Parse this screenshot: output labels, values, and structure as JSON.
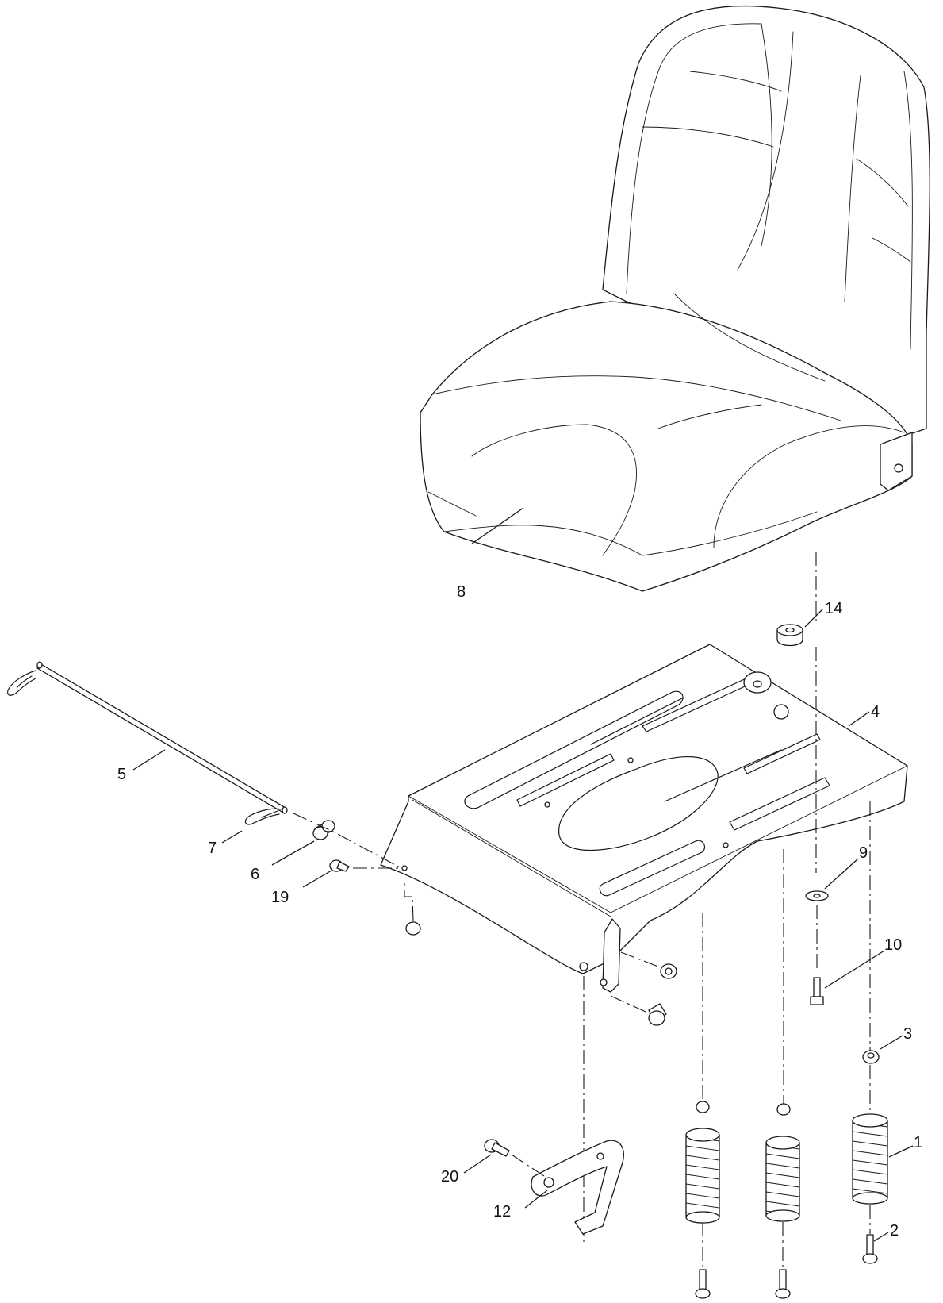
{
  "callouts": {
    "c1": "1",
    "c2": "2",
    "c3": "3",
    "c4": "4",
    "c5": "5",
    "c6": "6",
    "c7": "7",
    "c8": "8",
    "c9": "9",
    "c10": "10",
    "c12": "12",
    "c14": "14",
    "c19": "19",
    "c20": "20"
  }
}
